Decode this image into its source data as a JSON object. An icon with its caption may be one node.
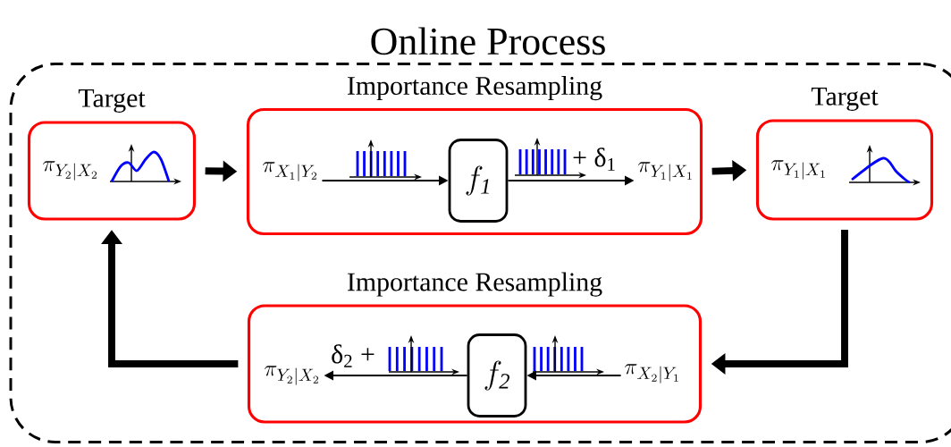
{
  "diagram": {
    "nodes": [
      {
        "text": [
          "Online Process"
        ]
      },
      {
        "text": [
          "Target",
          "\\pi_{Y_2|X_2}"
        ],
        "in": 0
      },
      {
        "text": [
          "Importance Resampling"
        ],
        "in": 0
      },
      {
        "text": [
          "\\pi_{X_1|Y_2}"
        ],
        "in": 2
      },
      {
        "text": [
          "f_{\\mathit{1}}"
        ],
        "in": 2
      },
      {
        "text": [
          "\\pi_{Y_1|X_1}"
        ],
        "in": 2
      },
      {
        "text": [
          "Target",
          "\\pi_{Y_1|X_1}"
        ],
        "in": 0
      },
      {
        "text": [
          "Importance Resampling"
        ],
        "in": 0
      },
      {
        "text": [
          "\\pi_{X_2|Y_1}"
        ],
        "in": 7
      },
      {
        "text": [
          "f_{\\mathit{2}}"
        ],
        "in": 7
      },
      {
        "text": [
          "\\pi_{Y_2|X_2}"
        ],
        "in": 7
      }
    ],
    "edges": [
      {
        "from": 1,
        "to": 2,
        "arrow": "to",
        "style": "thick"
      },
      {
        "from": 2,
        "to": 6,
        "arrow": "to",
        "style": "thick"
      },
      {
        "from": 6,
        "to": 7,
        "arrow": "to",
        "style": "thick"
      },
      {
        "from": 7,
        "to": 1,
        "arrow": "to",
        "style": "thick"
      },
      {
        "from": 3,
        "to": 4,
        "arrow": "to"
      },
      {
        "from": 4,
        "to": 5,
        "arrow": "to",
        "label": "+ δ$_{1}$"
      },
      {
        "from": 8,
        "to": 9,
        "arrow": "to"
      },
      {
        "from": 9,
        "to": 10,
        "arrow": "to",
        "label": "δ$_{2}$ +"
      }
    ]
  }
}
